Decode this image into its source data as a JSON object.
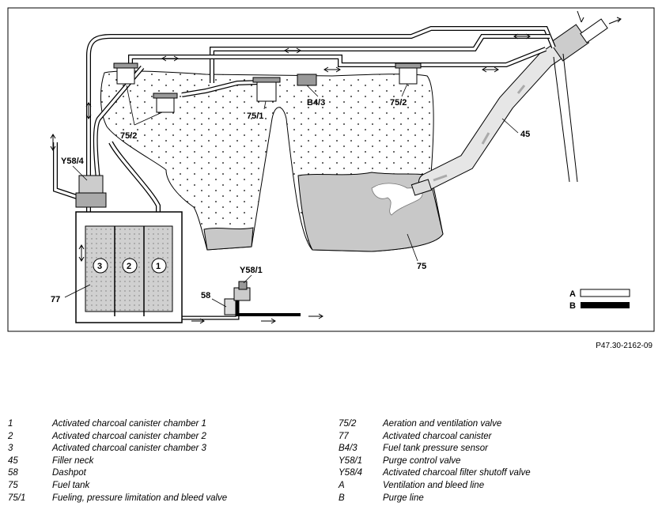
{
  "diagram": {
    "labels": {
      "y58_4": "Y58/4",
      "c75_2_left": "75/2",
      "c75_1": "75/1",
      "b4_3": "B4/3",
      "c75_2_right": "75/2",
      "c45": "45",
      "c75": "75",
      "c77": "77",
      "c58": "58",
      "y58_1": "Y58/1",
      "chamber_3": "3",
      "chamber_2": "2",
      "chamber_1": "1",
      "key_a": "A",
      "key_b": "B"
    },
    "doc_id": "P47.30-2162-09"
  },
  "legend": {
    "left": [
      {
        "key": "1",
        "desc": "Activated charcoal canister chamber 1"
      },
      {
        "key": "2",
        "desc": "Activated charcoal canister chamber 2"
      },
      {
        "key": "3",
        "desc": "Activated charcoal canister chamber 3"
      },
      {
        "key": "45",
        "desc": "Filler neck"
      },
      {
        "key": "58",
        "desc": "Dashpot"
      },
      {
        "key": "75",
        "desc": "Fuel tank"
      },
      {
        "key": "75/1",
        "desc": "Fueling, pressure limitation and bleed valve"
      }
    ],
    "right": [
      {
        "key": "75/2",
        "desc": "Aeration and ventilation valve"
      },
      {
        "key": "77",
        "desc": "Activated charcoal canister"
      },
      {
        "key": "B4/3",
        "desc": "Fuel tank pressure sensor"
      },
      {
        "key": "Y58/1",
        "desc": "Purge control valve"
      },
      {
        "key": "Y58/4",
        "desc": "Activated charcoal filter shutoff valve"
      },
      {
        "key": "A",
        "desc": "Ventilation and bleed line"
      },
      {
        "key": "B",
        "desc": "Purge line"
      }
    ]
  }
}
